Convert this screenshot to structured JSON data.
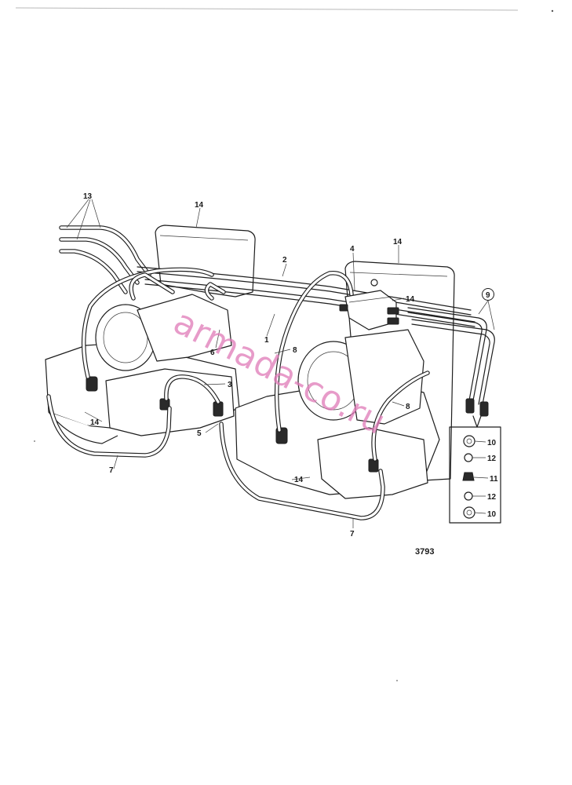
{
  "diagram": {
    "figure_number": "3793",
    "watermark": "armada-co.ru",
    "callouts": [
      {
        "id": "c13",
        "label": "13"
      },
      {
        "id": "c14a",
        "label": "14"
      },
      {
        "id": "c2",
        "label": "2"
      },
      {
        "id": "c4",
        "label": "4"
      },
      {
        "id": "c14b",
        "label": "14"
      },
      {
        "id": "c14c",
        "label": "14"
      },
      {
        "id": "c9",
        "label": "9"
      },
      {
        "id": "c1",
        "label": "1"
      },
      {
        "id": "c6",
        "label": "6"
      },
      {
        "id": "c8a",
        "label": "8"
      },
      {
        "id": "c3",
        "label": "3"
      },
      {
        "id": "c8b",
        "label": "8"
      },
      {
        "id": "c14d",
        "label": "14"
      },
      {
        "id": "c5",
        "label": "5"
      },
      {
        "id": "c7a",
        "label": "7"
      },
      {
        "id": "c14e",
        "label": "14"
      },
      {
        "id": "c7b",
        "label": "7"
      },
      {
        "id": "c10a",
        "label": "10"
      },
      {
        "id": "c12a",
        "label": "12"
      },
      {
        "id": "c11",
        "label": "11"
      },
      {
        "id": "c12b",
        "label": "12"
      },
      {
        "id": "c10b",
        "label": "10"
      }
    ]
  }
}
